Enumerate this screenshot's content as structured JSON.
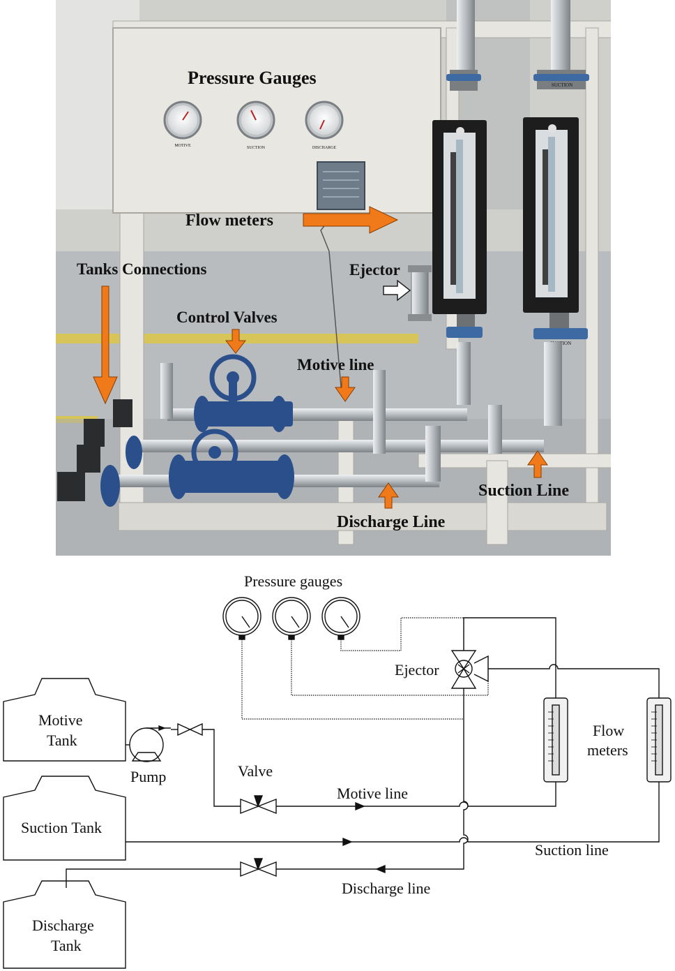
{
  "photo": {
    "labels": {
      "pressure_gauges": "Pressure Gauges",
      "flow_meters": "Flow meters",
      "tanks_connections": "Tanks Connections",
      "ejector": "Ejector",
      "control_valves": "Control Valves",
      "motive_line": "Motive line",
      "suction_line": "Suction Line",
      "discharge_line": "Discharge Line"
    },
    "gauge_tags": [
      "MOTIVE",
      "SUCTION",
      "DISCHARGE"
    ],
    "flange_tags": [
      "SUCTION",
      "SUCTION"
    ],
    "colors": {
      "arrow": "#f07a1a",
      "panel": "#e9e7e1",
      "floor": "#b9bcbe",
      "wall": "#d9dad6",
      "stripe": "#d8c55a",
      "pipe": "#c5c9cc",
      "valve": "#2a4f8a",
      "meter_frame": "#1d1d1d"
    }
  },
  "schematic": {
    "labels": {
      "pressure_gauges": "Pressure gauges",
      "ejector": "Ejector",
      "motive_tank_1": "Motive",
      "motive_tank_2": "Tank",
      "pump": "Pump",
      "valve": "Valve",
      "motive_line": "Motive line",
      "flow_meters_1": "Flow",
      "flow_meters_2": "meters",
      "suction_tank": "Suction Tank",
      "suction_line": "Suction line",
      "discharge_line": "Discharge line",
      "discharge_tank_1": "Discharge",
      "discharge_tank_2": "Tank"
    },
    "colors": {
      "line": "#111111"
    }
  }
}
